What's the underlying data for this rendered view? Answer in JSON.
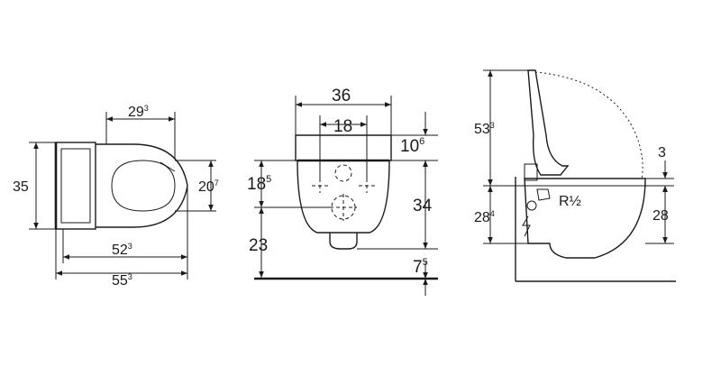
{
  "views": {
    "top": {
      "dim_width_main": "29",
      "dim_width_main_sup": "3",
      "dim_height": "35",
      "dim_seat_depth": "20",
      "dim_seat_depth_sup": "7",
      "dim_length_inner": "52",
      "dim_length_inner_sup": "3",
      "dim_length_total": "55",
      "dim_length_total_sup": "3"
    },
    "front": {
      "dim_width_outer": "36",
      "dim_width_inner": "18",
      "dim_lid_height": "10",
      "dim_lid_height_sup": "6",
      "dim_fix_height": "18",
      "dim_fix_height_sup": "5",
      "dim_body_height": "34",
      "dim_floor_height": "23",
      "dim_base_offset": "7",
      "dim_base_offset_sup": "5"
    },
    "side": {
      "dim_total_height": "53",
      "dim_total_height_sup": "3",
      "dim_seat_gap": "3",
      "dim_connection": "R½",
      "dim_left_height": "28",
      "dim_left_height_sup": "4",
      "dim_right_height": "28"
    }
  }
}
